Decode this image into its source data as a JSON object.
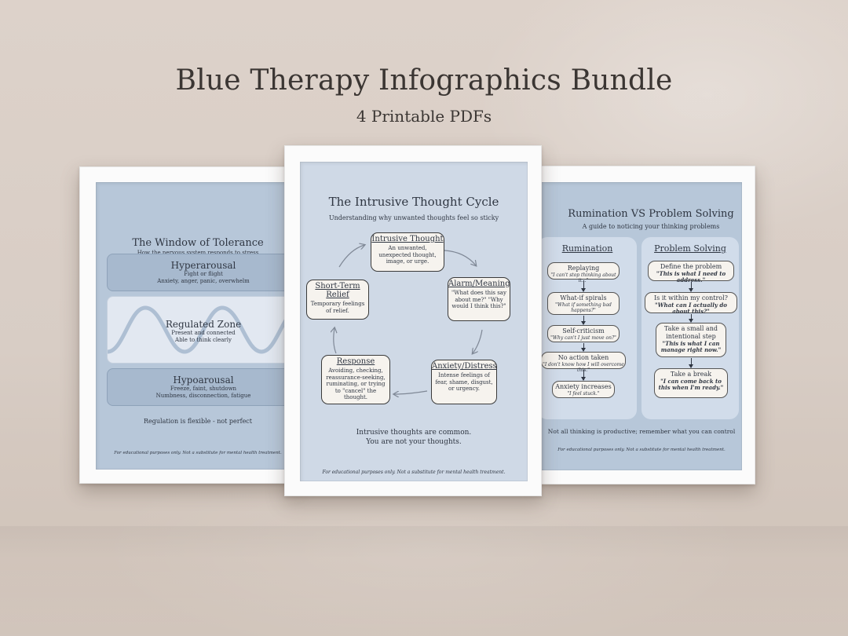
{
  "hero": {
    "title": "Blue Therapy Infographics Bundle",
    "subtitle": "4 Printable PDFs"
  },
  "colors": {
    "background": "#d8cdc5",
    "poster_blue": "#b7c7d9",
    "poster_light": "#cfd9e6",
    "box_fill": "#f6f3ee",
    "text_dark": "#2f3642"
  },
  "left_poster": {
    "title": "The Window of Tolerance",
    "subtitle": "How the nervous system responds to stress",
    "hyper": {
      "title": "Hyperarousal",
      "line1": "Fight or flight",
      "line2": "Anxiety, anger, panic, overwhelm"
    },
    "regulated": {
      "title": "Regulated Zone",
      "line1": "Present and connected",
      "line2": "Able to think clearly"
    },
    "hypo": {
      "title": "Hypoarousal",
      "line1": "Freeze, faint, shutdown",
      "line2": "Numbness, disconnection, fatigue"
    },
    "note": "Regulation is flexible - not perfect",
    "disclaimer": "For educational purposes only. Not a substitute for mental health treatment."
  },
  "center_poster": {
    "title": "The Intrusive Thought Cycle",
    "subtitle": "Understanding why unwanted thoughts feel so sticky",
    "intrusive": {
      "title": "Intrusive Thought",
      "desc": "An unwanted, unexpected thought, image, or urge."
    },
    "alarm": {
      "title": "Alarm/Meaning",
      "desc": "\"What does this say about me?\" \"Why would I think this?\""
    },
    "anxiety": {
      "title": "Anxiety/Distress",
      "desc": "Intense feelings of fear, shame, disgust, or urgency."
    },
    "response": {
      "title": "Response",
      "desc": "Avoiding, checking, reassurance-seeking, ruminating, or trying to \"cancel\" the thought."
    },
    "relief": {
      "title": "Short-Term Relief",
      "desc": "Temporary feelings of relief."
    },
    "closing1": "Intrusive thoughts are common.",
    "closing2": "You are not your thoughts.",
    "disclaimer": "For educational purposes only. Not a substitute for mental health treatment."
  },
  "right_poster": {
    "title": "Rumination VS Problem Solving",
    "subtitle": "A guide to noticing your thinking problems",
    "rumination": {
      "heading": "Rumination",
      "steps": [
        {
          "title": "Replaying",
          "quote": "\"I can't stop thinking about it...\""
        },
        {
          "title": "What-if spirals",
          "quote": "\"What if something bad happens?\""
        },
        {
          "title": "Self-criticism",
          "quote": "\"Why can't I just move on?\""
        },
        {
          "title": "No action taken",
          "quote": "\"I don't know how I will overcome this.\""
        },
        {
          "title": "Anxiety increases",
          "quote": "\"I feel stuck.\""
        }
      ]
    },
    "problem": {
      "heading": "Problem Solving",
      "steps": [
        {
          "title": "Define the problem",
          "quote": "\"This is what I need to address.\""
        },
        {
          "title": "Is it within my control?",
          "quote": "\"What can I actually do about this?\""
        },
        {
          "title": "Take a small and intentional step",
          "quote": "\"This is what I can manage right now.\""
        },
        {
          "title": "Take a break",
          "quote": "\"I can come back to this when I'm ready.\""
        }
      ]
    },
    "note": "Not all thinking is productive; remember what you can control",
    "disclaimer": "For educational purposes only. Not a substitute for mental health treatment."
  }
}
